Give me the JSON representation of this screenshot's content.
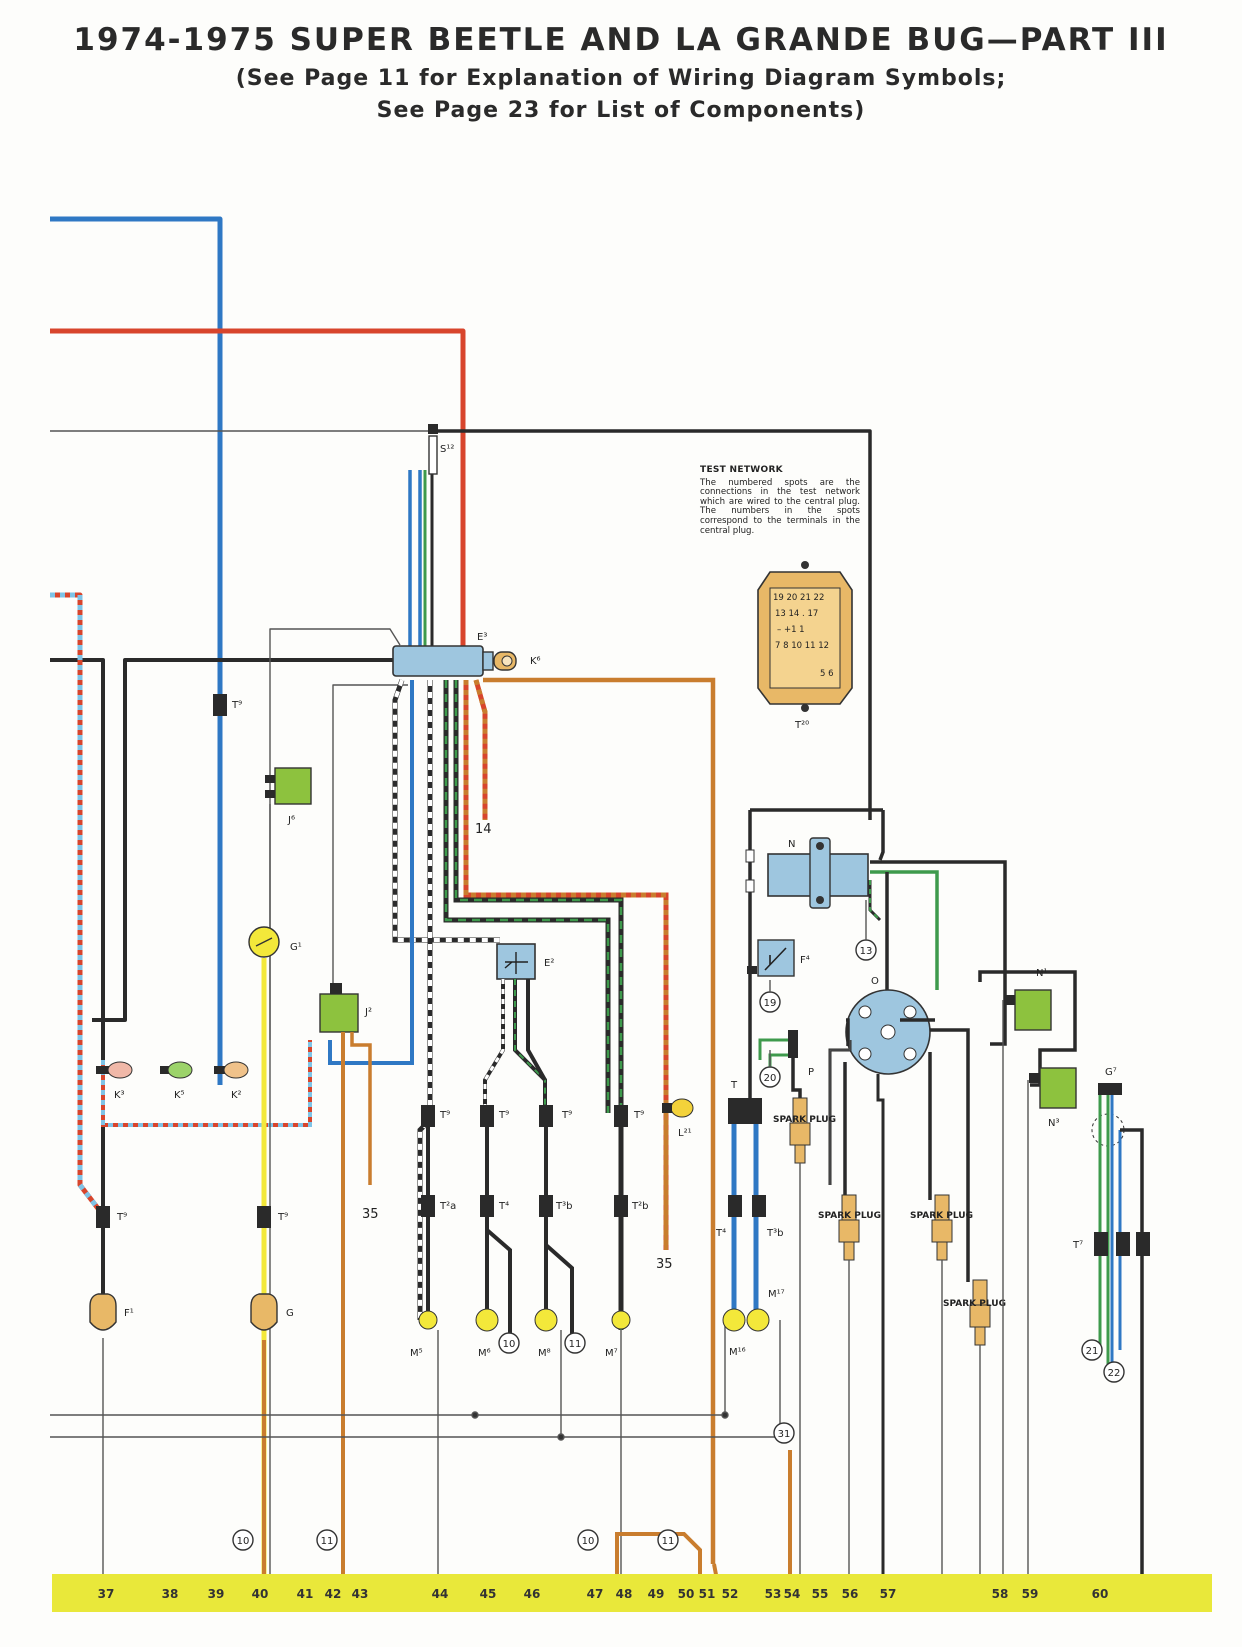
{
  "header": {
    "title": "1974-1975 SUPER BEETLE AND LA GRANDE BUG—PART III",
    "subtitle1": "(See Page 11 for Explanation of Wiring Diagram Symbols;",
    "subtitle2": "See Page 23 for List of Components)"
  },
  "test_network": {
    "title": "TEST NETWORK",
    "text": "The numbered spots are the connections in the test network which are wired to the central plug. The numbers in the spots correspond to the terminals in the central plug."
  },
  "central_plug": {
    "label": "T²⁰",
    "pin_rows": [
      "19 20 21 22",
      "13 14 . 17",
      "– +1 1",
      "7 8 10 11 12",
      "5 6"
    ]
  },
  "components": {
    "S12": "S¹²",
    "E3": "E³",
    "K6": "K⁶",
    "T9_top": "T⁹",
    "J6": "J⁶",
    "G1": "G¹",
    "J2": "J²",
    "K3": "K³",
    "K5": "K⁵",
    "K2": "K²",
    "E2": "E²",
    "L21": "L²¹",
    "T9": "T⁹",
    "T2a": "T²a",
    "T4": "T⁴",
    "T3b": "T³b",
    "T2b": "T²b",
    "F1": "F¹",
    "G": "G",
    "M5": "M⁵",
    "M6": "M⁶",
    "M8": "M⁸",
    "M7": "M⁷",
    "M16": "M¹⁶",
    "M17": "M¹⁷",
    "N": "N",
    "F4": "F⁴",
    "T": "T",
    "P": "P",
    "O": "O",
    "N1": "N¹",
    "N3": "N³",
    "G7": "G⁷",
    "T7": "T⁷",
    "spark_plug": "SPARK PLUG",
    "wire_14": "14",
    "wire_35": "35"
  },
  "test_points": [
    "13",
    "19",
    "20",
    "10",
    "11",
    "21",
    "22",
    "31",
    "10",
    "11",
    "10",
    "11"
  ],
  "terminals": [
    "37",
    "38",
    "39",
    "40",
    "41",
    "42",
    "43",
    "44",
    "45",
    "46",
    "47",
    "48",
    "49",
    "50",
    "51",
    "52",
    "53",
    "54",
    "55",
    "56",
    "57",
    "58",
    "59",
    "60"
  ],
  "wire_colors": {
    "blue": "#2f78c4",
    "red": "#d8452c",
    "black": "#2a2a2a",
    "brown": "#c97d2e",
    "yellow": "#f3e83a",
    "green": "#3e9a4c",
    "strip": "#e9e83a",
    "component_green": "#7cb342",
    "component_tan": "#e8b867"
  }
}
